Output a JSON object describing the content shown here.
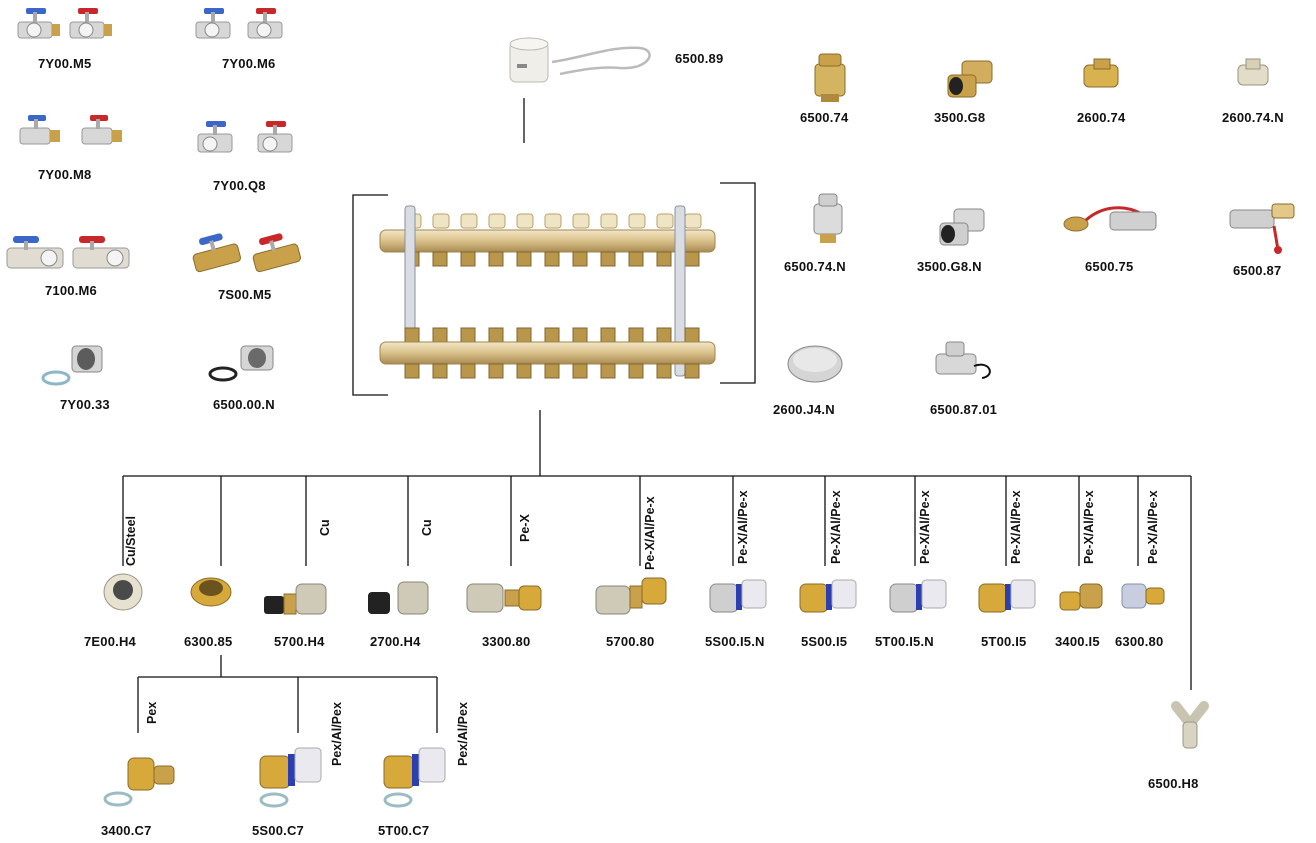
{
  "left_products": {
    "p1": "7Y00.M5",
    "p2": "7Y00.M6",
    "p3": "7Y00.M8",
    "p4": "7Y00.Q8",
    "p5": "7100.M6",
    "p6": "7S00.M5",
    "p7": "7Y00.33",
    "p8": "6500.00.N"
  },
  "top_product": "6500.89",
  "right_products": {
    "r1": "6500.74",
    "r2": "3500.G8",
    "r3": "2600.74",
    "r4": "2600.74.N",
    "r5": "6500.74.N",
    "r6": "3500.G8.N",
    "r7": "6500.75",
    "r8": "6500.87",
    "r9": "2600.J4.N",
    "r10": "6500.87.01"
  },
  "bottom_products": [
    {
      "code": "7E00.H4",
      "pipe": "Cu/Steel"
    },
    {
      "code": "6300.85",
      "pipe": ""
    },
    {
      "code": "5700.H4",
      "pipe": "Cu"
    },
    {
      "code": "2700.H4",
      "pipe": "Cu"
    },
    {
      "code": "3300.80",
      "pipe": "Pe-X"
    },
    {
      "code": "5700.80",
      "pipe": "Pe-X/Al/Pe-x"
    },
    {
      "code": "5S00.I5.N",
      "pipe": "Pe-X/Al/Pe-x"
    },
    {
      "code": "5S00.I5",
      "pipe": "Pe-X/Al/Pe-x"
    },
    {
      "code": "5T00.I5.N",
      "pipe": "Pe-X/Al/Pe-x"
    },
    {
      "code": "5T00.I5",
      "pipe": "Pe-X/Al/Pe-x"
    },
    {
      "code": "3400.I5",
      "pipe": "Pe-X/Al/Pe-x"
    },
    {
      "code": "6300.80",
      "pipe": "Pe-X/Al/Pe-x"
    }
  ],
  "sub_products": [
    {
      "code": "3400.C7",
      "pipe": "Pex"
    },
    {
      "code": "5S00.C7",
      "pipe": "Pex/Al/Pex"
    },
    {
      "code": "5T00.C7",
      "pipe": "Pex/Al/Pex"
    }
  ],
  "far_product": "6500.H8",
  "colors": {
    "brass": "#c9a14a",
    "chrome": "#cfcfcf",
    "blue_handle": "#3a67c8",
    "red_handle": "#c8282a",
    "ring_blue": "#2b3fb0",
    "line": "#111111"
  }
}
